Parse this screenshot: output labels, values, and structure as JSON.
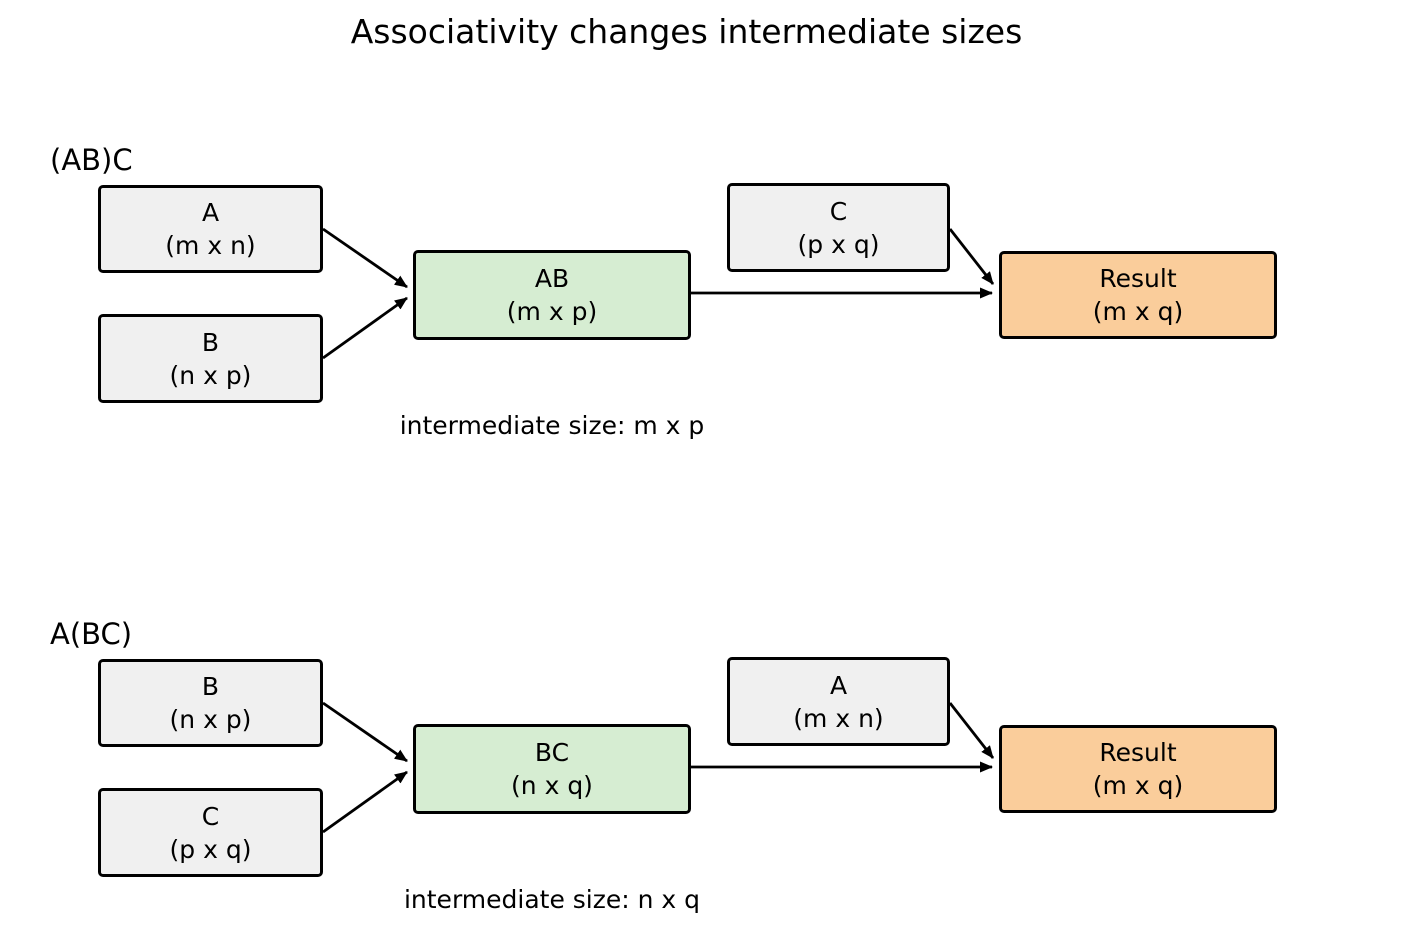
{
  "title": "Associativity changes intermediate sizes",
  "colors": {
    "operand-fill": "#f0f0f0",
    "intermediate-fill": "#d6edd2",
    "result-fill": "#facd9b",
    "stroke": "#000000",
    "text": "#000000",
    "background": "#ffffff"
  },
  "sections": [
    {
      "label": "(AB)C",
      "caption": "intermediate size: m x p",
      "boxes": {
        "first": {
          "name": "A",
          "dims": "(m x n)"
        },
        "second": {
          "name": "B",
          "dims": "(n x p)"
        },
        "intermediate": {
          "name": "AB",
          "dims": "(m x p)"
        },
        "third": {
          "name": "C",
          "dims": "(p x q)"
        },
        "result": {
          "name": "Result",
          "dims": "(m x q)"
        }
      }
    },
    {
      "label": "A(BC)",
      "caption": "intermediate size: n x q",
      "boxes": {
        "first": {
          "name": "B",
          "dims": "(n x p)"
        },
        "second": {
          "name": "C",
          "dims": "(p x q)"
        },
        "intermediate": {
          "name": "BC",
          "dims": "(n x q)"
        },
        "third": {
          "name": "A",
          "dims": "(m x n)"
        },
        "result": {
          "name": "Result",
          "dims": "(m x q)"
        }
      }
    }
  ]
}
